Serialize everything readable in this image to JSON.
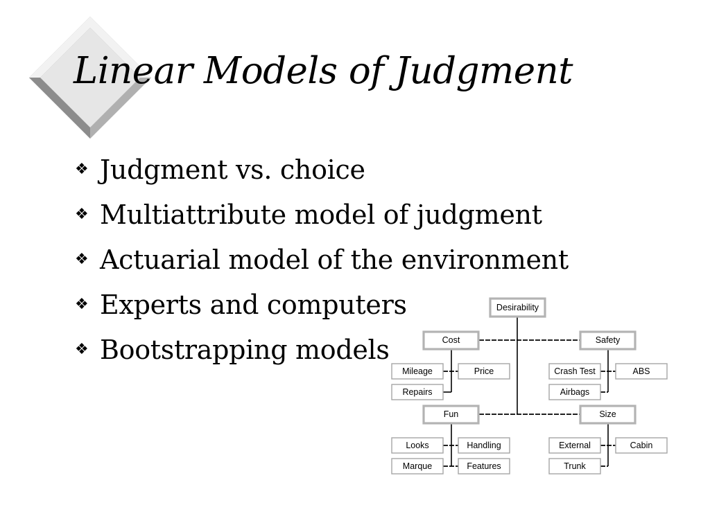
{
  "slide": {
    "title": "Linear Models of Judgment",
    "bullets": [
      "Judgment vs. choice",
      "Multiattribute model of judgment",
      "Actuarial model of the environment",
      "Experts and computers",
      "Bootstrapping models"
    ],
    "bullet_icon": "four-diamond-bullet-icon"
  },
  "diagram": {
    "root": "Desirability",
    "groups": [
      {
        "name": "Cost",
        "attributes": [
          "Mileage",
          "Price",
          "Repairs"
        ]
      },
      {
        "name": "Safety",
        "attributes": [
          "Crash Test",
          "ABS",
          "Airbags"
        ]
      },
      {
        "name": "Fun",
        "attributes": [
          "Looks",
          "Handling",
          "Marque",
          "Features"
        ]
      },
      {
        "name": "Size",
        "attributes": [
          "External",
          "Cabin",
          "Trunk"
        ]
      }
    ]
  },
  "colors": {
    "diamond_face": "#e6e6e6",
    "diamond_light": "#f4f4f4",
    "diamond_dark": "#9a9a9a",
    "node_border": "#a6a6a6"
  }
}
